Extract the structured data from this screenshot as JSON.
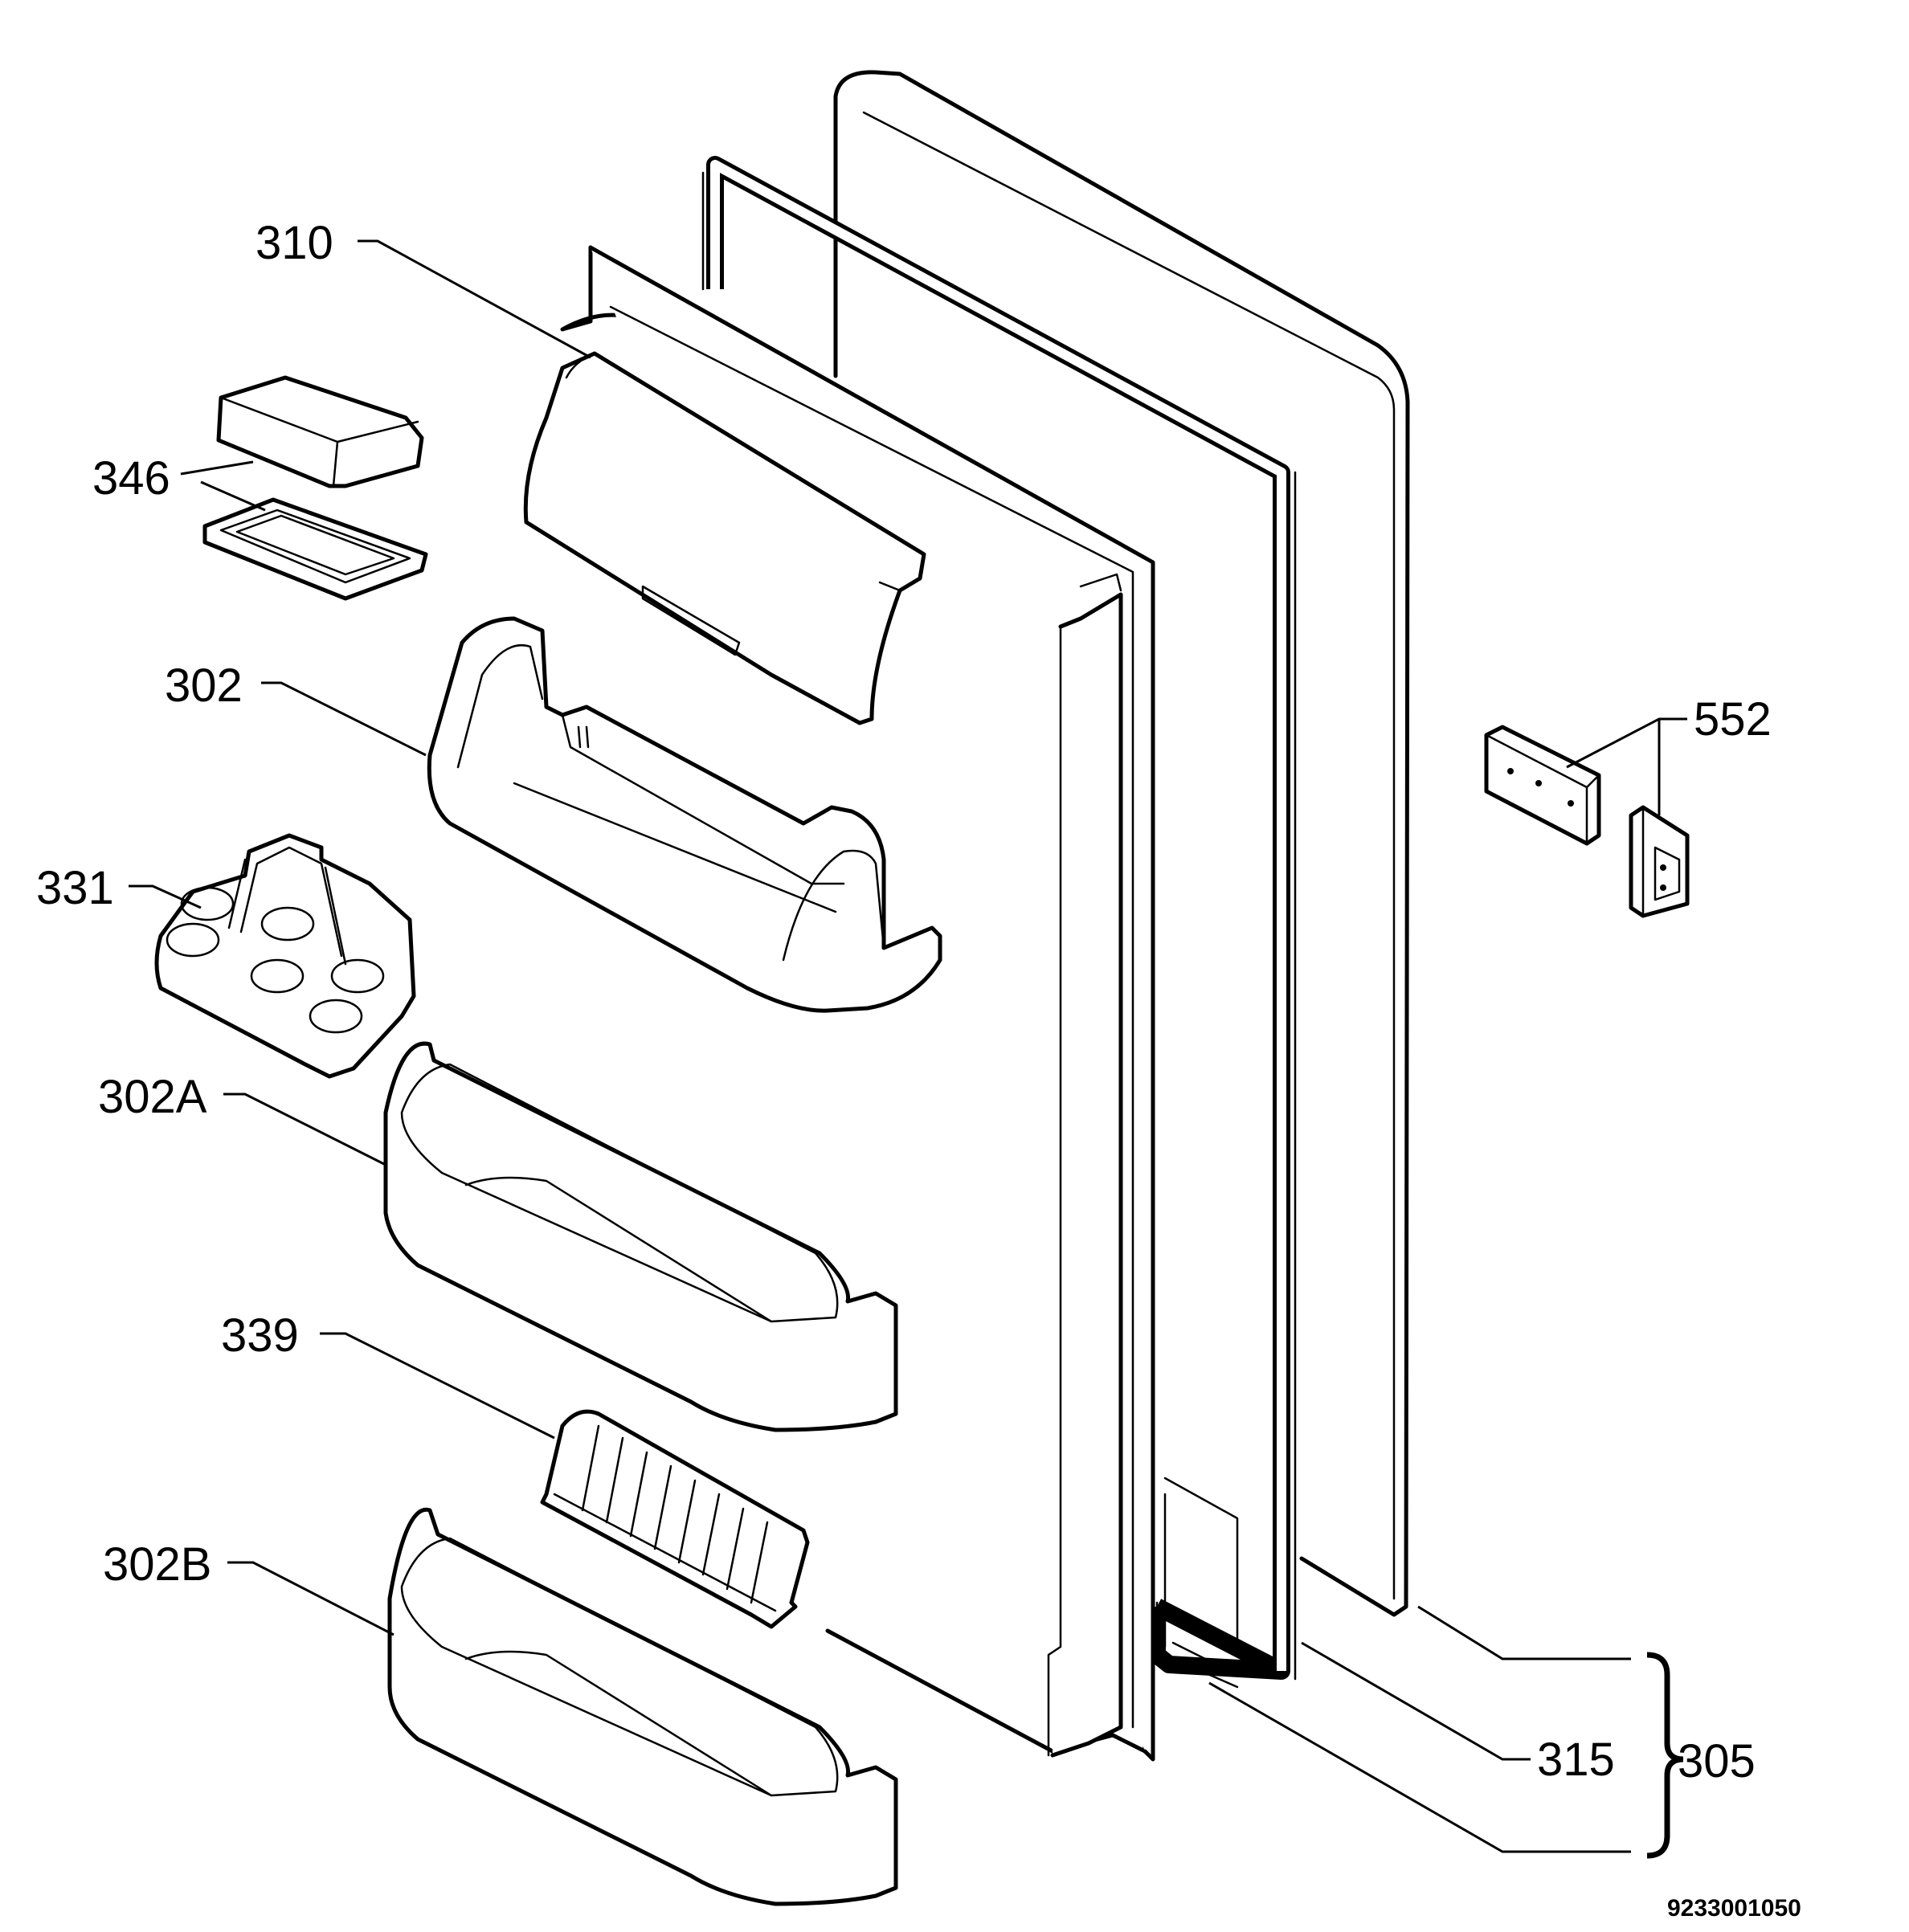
{
  "labels": {
    "l310": "310",
    "l346": "346",
    "l302": "302",
    "l331": "331",
    "l302a": "302A",
    "l339": "339",
    "l302b": "302B",
    "l552": "552",
    "l315": "315",
    "l305": "305"
  },
  "drawing_code": "9233001050"
}
